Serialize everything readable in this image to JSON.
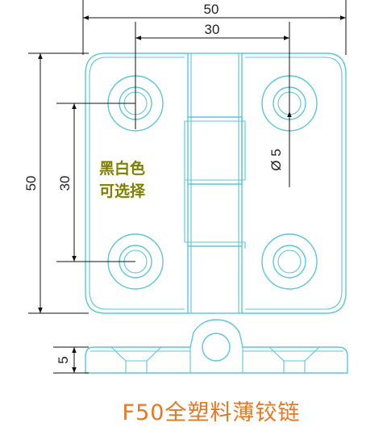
{
  "drawing": {
    "dimensions": {
      "top_overall_width": "50",
      "top_hole_spacing": "30",
      "left_overall_height": "50",
      "left_hole_spacing": "30",
      "hole_diameter": "Ø 5",
      "side_thickness": "5"
    },
    "note": {
      "line1": "黑白色",
      "line2": "可选择"
    },
    "title": "F50全塑料薄铰链",
    "colors": {
      "part_outline": "#5bc7d8",
      "dimension_lines": "#111111",
      "note_text": "#808000",
      "title_text": "#e87722"
    }
  }
}
